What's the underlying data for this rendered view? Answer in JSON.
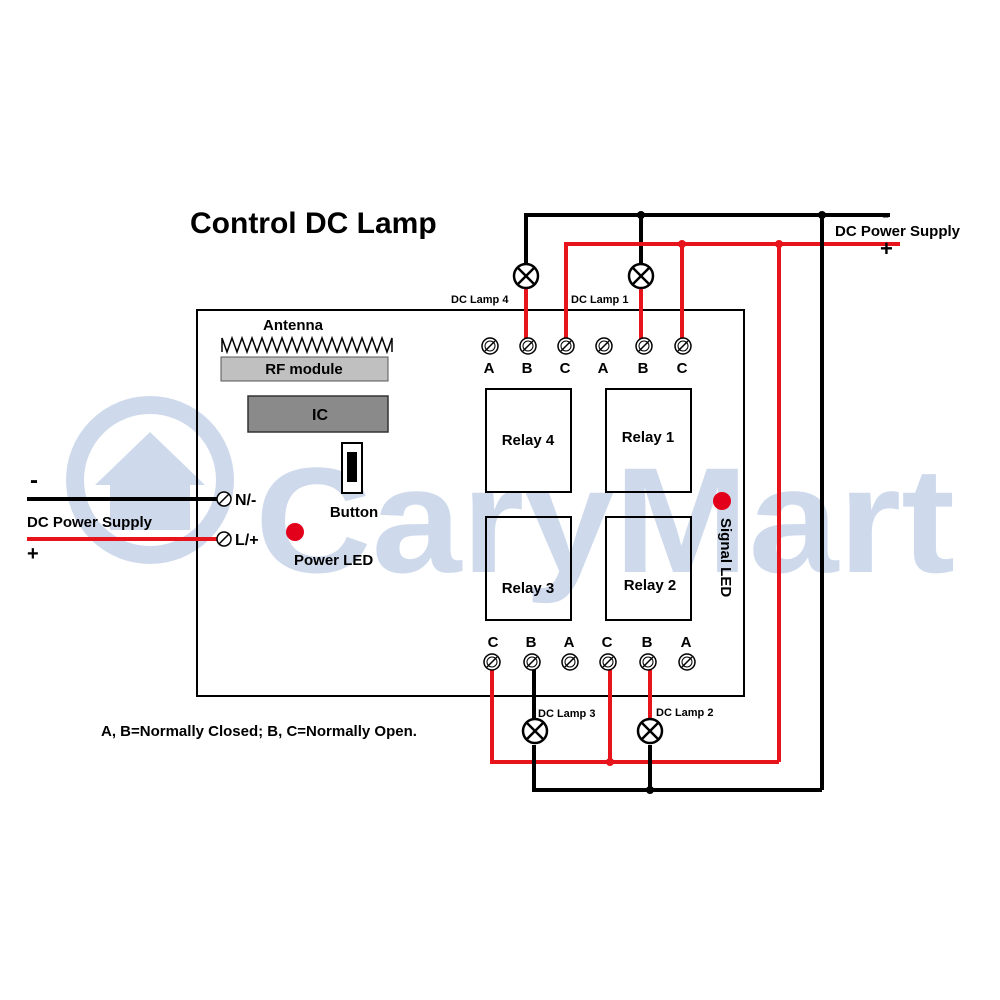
{
  "title": "Control DC Lamp",
  "watermark": "CaryMart",
  "colors": {
    "black_wire": "#000000",
    "red_wire": "#e8141b",
    "watermark": "#c9d6ea",
    "led": "#e3001b",
    "rf_module": "#c0c0c0",
    "ic": "#8a8a8a"
  },
  "board": {
    "antenna": "Antenna",
    "rf_module": "RF module",
    "ic": "IC",
    "button": "Button",
    "power_led": "Power LED",
    "signal_led": "Signal LED",
    "neutral_terminal": "N/-",
    "live_terminal": "L/+"
  },
  "relays": {
    "relay4": "Relay 4",
    "relay1": "Relay 1",
    "relay3": "Relay 3",
    "relay2": "Relay 2"
  },
  "top_terminals": [
    "A",
    "B",
    "C",
    "A",
    "B",
    "C"
  ],
  "bottom_terminals": [
    "C",
    "B",
    "A",
    "C",
    "B",
    "A"
  ],
  "lamps": {
    "lamp4": "DC Lamp 4",
    "lamp1": "DC Lamp 1",
    "lamp3": "DC Lamp 3",
    "lamp2": "DC Lamp 2"
  },
  "supply_left": {
    "label": "DC Power Supply",
    "minus": "-",
    "plus": "+"
  },
  "supply_right": {
    "label": "DC Power Supply",
    "minus": "-",
    "plus": "+"
  },
  "note": "A, B=Normally Closed; B, C=Normally Open."
}
